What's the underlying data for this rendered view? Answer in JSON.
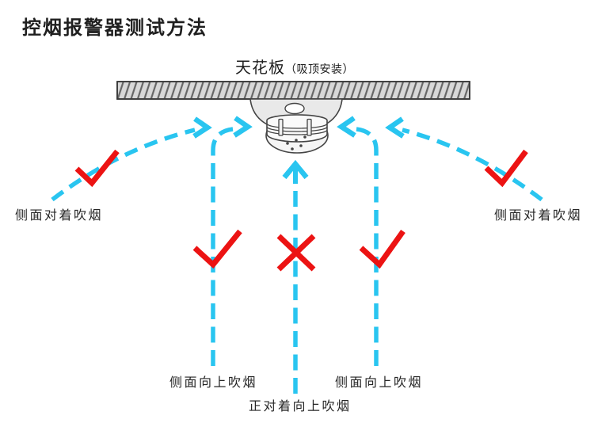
{
  "title": "控烟报警器测试方法",
  "ceiling": {
    "label": "天花板",
    "note": "（吸顶安装）"
  },
  "labels": {
    "side_left": "侧面对着吹烟",
    "side_right": "侧面对着吹烟",
    "up_left": "侧面向上吹烟",
    "up_right": "侧面向上吹烟",
    "up_center": "正对着向上吹烟"
  },
  "marks": {
    "outer_left": "check",
    "inner_left": "check",
    "center": "cross",
    "inner_right": "check",
    "outer_right": "check"
  },
  "colors": {
    "arrow": "#29c5f0",
    "mark": "#ec1313",
    "ceiling-fill": "#d8d8d8",
    "ceiling-hatch": "#666666",
    "detector-fill": "#e9e9e9",
    "outline": "#444444",
    "text": "#1f1f1f"
  }
}
